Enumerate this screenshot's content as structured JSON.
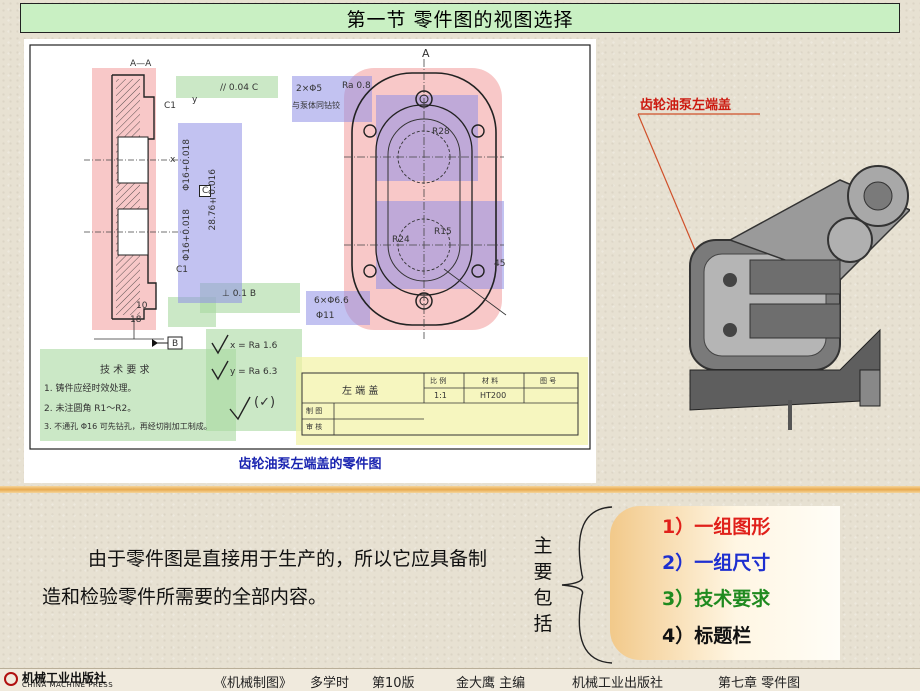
{
  "header": {
    "title": "第一节  零件图的视图选择"
  },
  "drawing": {
    "caption": "齿轮油泵左端盖的零件图",
    "section_label": "A—A",
    "view_mark": "A",
    "annotations": {
      "parallel": "// 0.04 C",
      "perp": "⊥ 0.1 B",
      "holes_top": "2×Φ5",
      "holes_top_note": "与泵体同钻铰",
      "holes_side": "6×Φ6.6",
      "holes_side_note": "Φ11",
      "ra_top": "Ra 0.8",
      "datum_c": "C",
      "datum_b": "B",
      "dim_1": "Φ16+0.018",
      "dim_2": "28.76±0.016",
      "dim_3": "Φ16+0.018",
      "dim_r28": "R28",
      "dim_r24": "R24",
      "dim_r15": "R15",
      "dim_45": "45",
      "dim_10": "10",
      "dim_18": "18",
      "chamfer_1": "C1",
      "chamfer_2": "C1",
      "sym_x": "x",
      "sym_y": "y"
    },
    "roughness": {
      "line1": "x = Ra 1.6",
      "line2": "y = Ra 6.3",
      "line3": "(✓)"
    },
    "tech_req": {
      "title": "技 术 要 求",
      "items": [
        "1. 铸件应经时效处理。",
        "2. 未注圆角 R1～R2。",
        "3. 不通孔 Φ16 可先钻孔，再经切削加工制成。"
      ]
    },
    "title_block": {
      "name": "左 端 盖",
      "h_scale": "比 例",
      "h_material": "材 料",
      "h_number": "图 号",
      "scale": "1:1",
      "material": "HT200",
      "draw": "制 图",
      "check": "审 核"
    }
  },
  "photo": {
    "label": "齿轮油泵左端盖"
  },
  "body": {
    "text": "由于零件图是直接用于生产的，所以它应具备制造和检验零件所需要的全部内容。"
  },
  "vertical_label": "主要包括",
  "items": [
    {
      "label": "1）一组图形",
      "color": "#e0201a"
    },
    {
      "label": "2）一组尺寸",
      "color": "#1e2fd0"
    },
    {
      "label": "3）技术要求",
      "color": "#1f8a1f"
    },
    {
      "label": "4）标题栏",
      "color": "#111111"
    }
  ],
  "footer": {
    "publisher": "机械工业出版社",
    "publisher_en": "CHINA MACHINE PRESS",
    "book": "《机械制图》",
    "hours": "多学时",
    "edition": "第10版",
    "editor": "金大鹰 主编",
    "press": "机械工业出版社",
    "chapter": "第七章  零件图"
  }
}
